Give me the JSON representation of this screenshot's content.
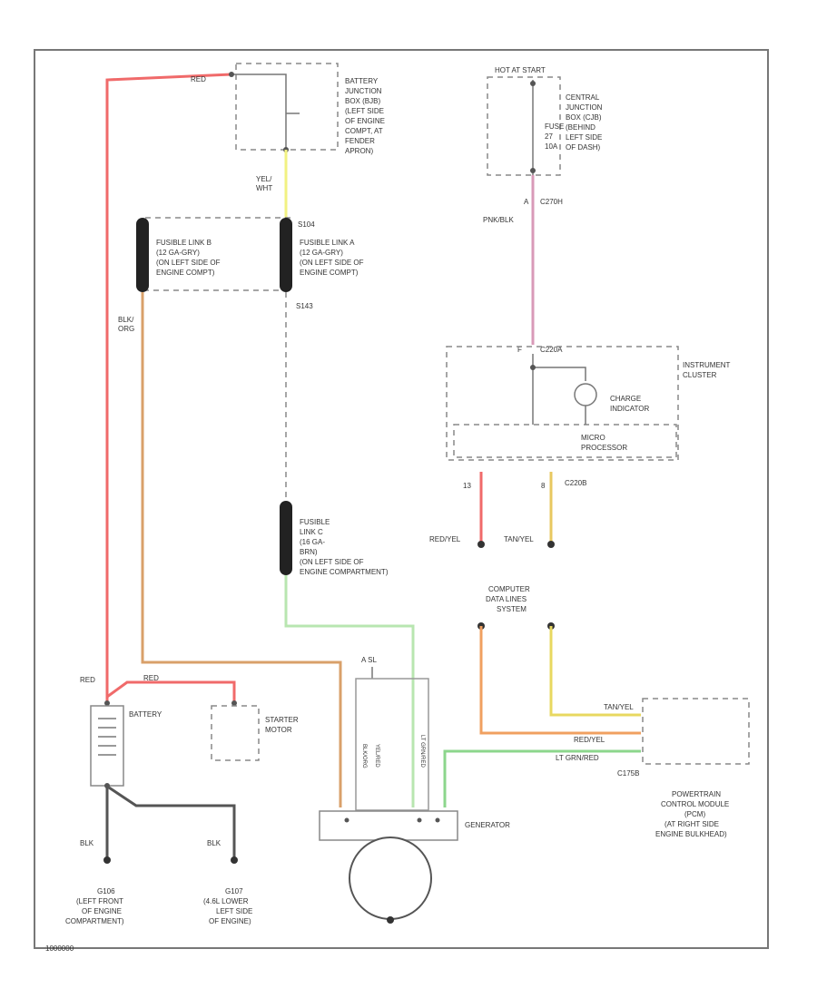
{
  "colors": {
    "red": "#f06a6a",
    "yellow": "#f2f282",
    "pink": "#d99ab8",
    "orange": "#d9a06a",
    "green": "#8cd68c",
    "ltgreen": "#b8e6b0",
    "tan": "#e8c860",
    "black": "#555555"
  },
  "labels": {
    "red_top": "RED",
    "bjb": [
      "BATTERY",
      "JUNCTION",
      "BOX (BJB)",
      "(LEFT SIDE",
      "OF ENGINE",
      "COMPT, AT",
      "FENDER",
      "APRON)"
    ],
    "yel_wht": [
      "YEL/",
      "WHT"
    ],
    "fl_b": [
      "FUSIBLE LINK B",
      "(12 GA-GRY)",
      "(ON LEFT SIDE OF",
      "ENGINE COMPT)"
    ],
    "s104": "S104",
    "fl_a": [
      "FUSIBLE LINK A",
      "(12 GA-GRY)",
      "(ON LEFT SIDE OF",
      "ENGINE COMPT)"
    ],
    "s143": "S143",
    "blk_org": [
      "BLK/",
      "ORG"
    ],
    "fl_c": [
      "FUSIBLE",
      "LINK C",
      "(16 GA-",
      "BRN)",
      "(ON LEFT SIDE OF",
      "ENGINE COMPARTMENT)"
    ],
    "hot_at_start": "HOT AT START",
    "cjb": [
      "CENTRAL",
      "JUNCTION",
      "BOX (CJB)",
      "(BEHIND",
      "LEFT SIDE",
      "OF DASH)"
    ],
    "fuse": [
      "FUSE",
      "27",
      "10A"
    ],
    "c2701": "C270H",
    "pin_a": "A",
    "pnk_blk": "PNK/BLK",
    "pin_f": "F",
    "c220a": "C220A",
    "instrument_cluster": [
      "INSTRUMENT",
      "CLUSTER"
    ],
    "charge_indicator": [
      "CHARGE",
      "INDICATOR"
    ],
    "micro": [
      "MICRO",
      "PROCESSOR"
    ],
    "pin_13": "13",
    "pin_8": "8",
    "c220b": "C220B",
    "red_yel": "RED/YEL",
    "tan_yel": "TAN/YEL",
    "computer_data": [
      "COMPUTER",
      "DATA LINES",
      "SYSTEM"
    ],
    "red_mid": "RED",
    "red_batt": "RED",
    "battery": "BATTERY",
    "starter_motor": [
      "STARTER",
      "MOTOR"
    ],
    "a_sl": "A SL",
    "generator": "GENERATOR",
    "tan_yel_pcm": "TAN/YEL",
    "red_yel_pcm": "RED/YEL",
    "lt_grn_red": "LT GRN/RED",
    "c175b": "C175B",
    "pcm": [
      "POWERTRAIN",
      "CONTROL MODULE",
      "(PCM)",
      "(AT RIGHT SIDE",
      "ENGINE BULKHEAD)"
    ],
    "blk_1": "BLK",
    "blk_2": "BLK",
    "g106": [
      "G106",
      "(LEFT FRONT",
      "OF ENGINE",
      "COMPARTMENT)"
    ],
    "g107": [
      "G107",
      "(4.6L LOWER",
      "LEFT SIDE",
      "OF ENGINE)"
    ],
    "diagram_id": "1000000"
  }
}
